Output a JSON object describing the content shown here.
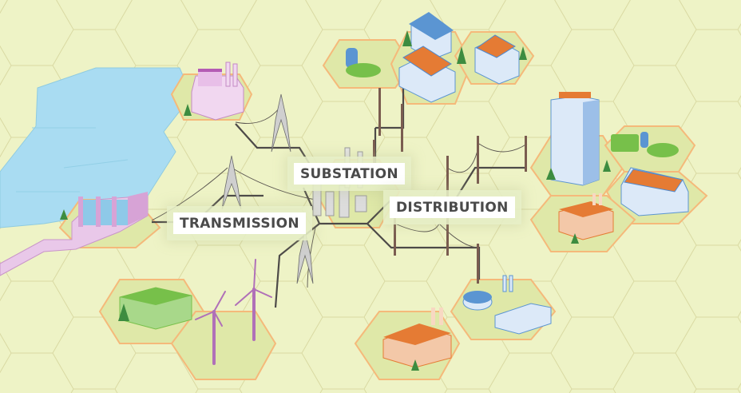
{
  "diagram": {
    "labels": {
      "substation": "SUBSTATION",
      "transmission": "TRANSMISSION",
      "distribution": "DISTRIBUTION"
    },
    "nodes": [
      {
        "id": "hydro-dam",
        "type": "hydroelectric-dam"
      },
      {
        "id": "reservoir",
        "type": "water"
      },
      {
        "id": "power-plant-pink",
        "type": "power-plant"
      },
      {
        "id": "battery-storage",
        "type": "energy-storage"
      },
      {
        "id": "wind-farm",
        "type": "wind-turbines"
      },
      {
        "id": "transmission-towers",
        "type": "transmission-tower"
      },
      {
        "id": "substation",
        "type": "substation"
      },
      {
        "id": "homes-solar",
        "type": "residential-solar"
      },
      {
        "id": "ev-charging-home",
        "type": "ev-charger"
      },
      {
        "id": "office-tower",
        "type": "commercial-building"
      },
      {
        "id": "ev-fleet",
        "type": "ev-charger"
      },
      {
        "id": "public-building-solar",
        "type": "public-building"
      },
      {
        "id": "factory-right",
        "type": "industrial"
      },
      {
        "id": "factory-bottom",
        "type": "industrial"
      },
      {
        "id": "water-treatment",
        "type": "water-treatment-plant"
      }
    ],
    "colors": {
      "background": "#eef3c6",
      "hex_line": "#d8d8a0",
      "hex_highlight": "#dfe8a8",
      "hex_border": "#f5b97a",
      "water": "#a9dcf2",
      "line_dark": "#4d4a48",
      "pole": "#7a5c50",
      "pink": "#d7a3d6",
      "blue": "#5b95d2",
      "orange": "#e57b34",
      "green": "#77c04a",
      "label_text": "#4a4a4a"
    }
  }
}
